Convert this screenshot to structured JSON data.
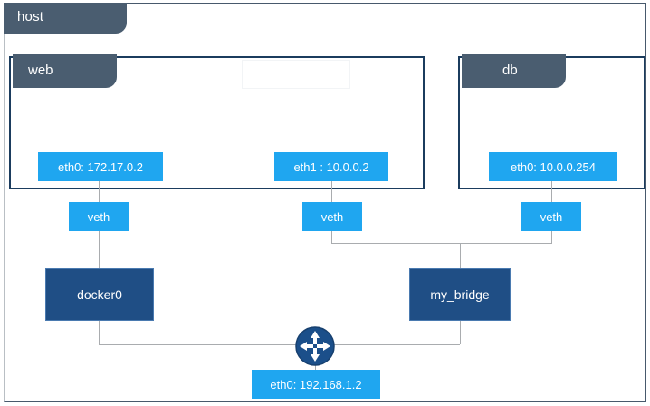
{
  "host": {
    "label": "host"
  },
  "containers": [
    {
      "id": "web",
      "label": "web"
    },
    {
      "id": "db",
      "label": "db"
    }
  ],
  "interfaces": {
    "web_eth0": "eth0: 172.17.0.2",
    "web_eth1": "eth1 : 10.0.0.2",
    "db_eth0": "eth0: 10.0.0.254",
    "host_eth0": "eth0: 192.168.1.2"
  },
  "veths": [
    {
      "id": "veth-1",
      "label": "veth"
    },
    {
      "id": "veth-2",
      "label": "veth"
    },
    {
      "id": "veth-3",
      "label": "veth"
    }
  ],
  "bridges": [
    {
      "id": "docker0",
      "label": "docker0"
    },
    {
      "id": "my_bridge",
      "label": "my_bridge"
    }
  ],
  "router": {
    "icon": "router-icon"
  },
  "colors": {
    "tab_slate": "#4a5d70",
    "container_border": "#1b3c5e",
    "interface_blue": "#1fa6f0",
    "bridge_navy": "#1f4e85",
    "line_gray": "#a9acaf",
    "router_navy": "#1b4f8a"
  }
}
